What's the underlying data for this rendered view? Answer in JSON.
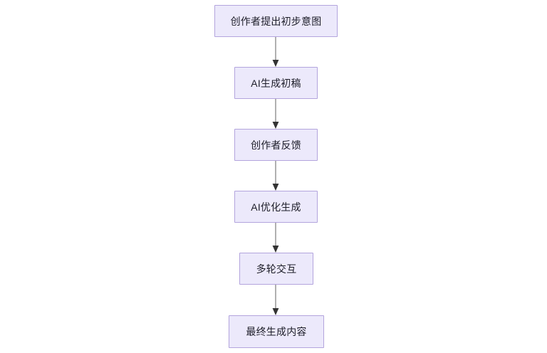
{
  "diagram": {
    "type": "flowchart",
    "orientation": "top-to-bottom",
    "background_color": "#ffffff",
    "node_fill_color": "#ece9fb",
    "node_border_color": "#b3a4dd",
    "node_text_color": "#1d1d28",
    "connector_line_color": "#8d8d8d",
    "connector_arrow_color": "#333333",
    "nodes": [
      {
        "id": "n1",
        "label": "创作者提出初步意图"
      },
      {
        "id": "n2",
        "label": "AI生成初稿"
      },
      {
        "id": "n3",
        "label": "创作者反馈"
      },
      {
        "id": "n4",
        "label": "AI优化生成"
      },
      {
        "id": "n5",
        "label": "多轮交互"
      },
      {
        "id": "n6",
        "label": "最终生成内容"
      }
    ],
    "edges": [
      {
        "from": "n1",
        "to": "n2",
        "label": ""
      },
      {
        "from": "n2",
        "to": "n3",
        "label": ""
      },
      {
        "from": "n3",
        "to": "n4",
        "label": ""
      },
      {
        "from": "n4",
        "to": "n5",
        "label": ""
      },
      {
        "from": "n5",
        "to": "n6",
        "label": ""
      }
    ]
  }
}
